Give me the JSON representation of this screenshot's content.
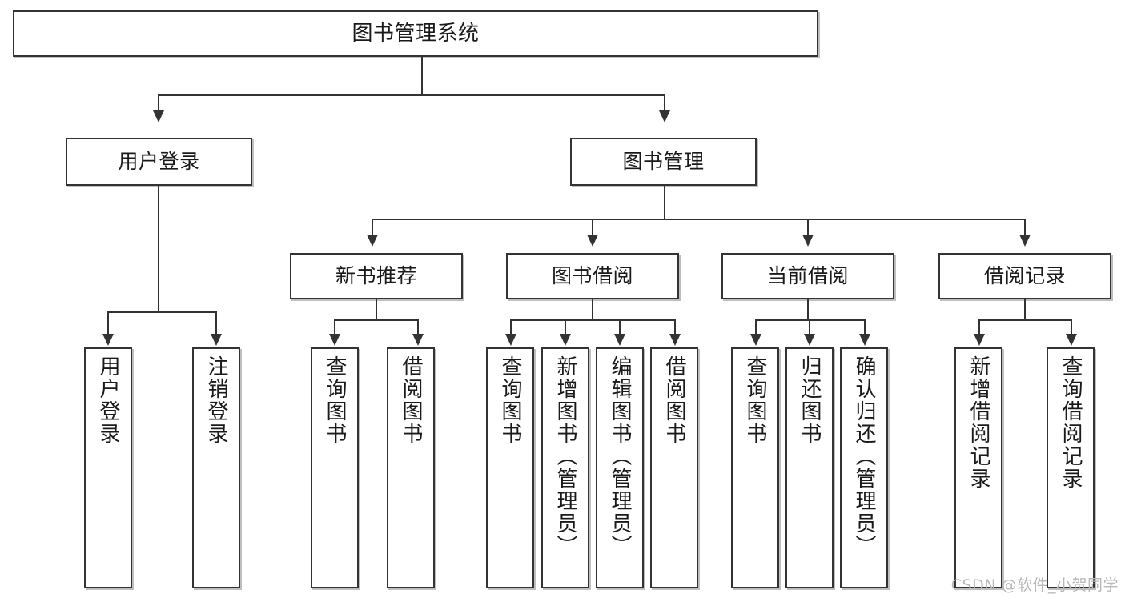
{
  "diagram": {
    "title": "图书管理系统",
    "type": "tree-hierarchy-diagram",
    "watermark": "CSDN @软件_小贺同学",
    "colors": {
      "box_border": "#333333",
      "box_fill": "#ffffff",
      "connector": "#333333",
      "text": "#1a1a1a",
      "watermark": "#b8b8b8",
      "background": "#ffffff"
    },
    "root": {
      "label": "图书管理系统"
    },
    "level2": [
      {
        "label": "用户登录"
      },
      {
        "label": "图书管理"
      }
    ],
    "level3": [
      {
        "label": "新书推荐"
      },
      {
        "label": "图书借阅"
      },
      {
        "label": "当前借阅"
      },
      {
        "label": "借阅记录"
      }
    ],
    "leaves": {
      "user_login": [
        {
          "label": "用户登录"
        },
        {
          "label": "注销登录"
        }
      ],
      "new_book_recommend": [
        {
          "label": "查询图书"
        },
        {
          "label": "借阅图书"
        }
      ],
      "book_borrow": [
        {
          "label": "查询图书"
        },
        {
          "label": "新增图书（管理员）"
        },
        {
          "label": "编辑图书（管理员）"
        },
        {
          "label": "借阅图书"
        }
      ],
      "current_borrow": [
        {
          "label": "查询图书"
        },
        {
          "label": "归还图书"
        },
        {
          "label": "确认归还（管理员）"
        }
      ],
      "borrow_record": [
        {
          "label": "新增借阅记录"
        },
        {
          "label": "查询借阅记录"
        }
      ]
    }
  }
}
